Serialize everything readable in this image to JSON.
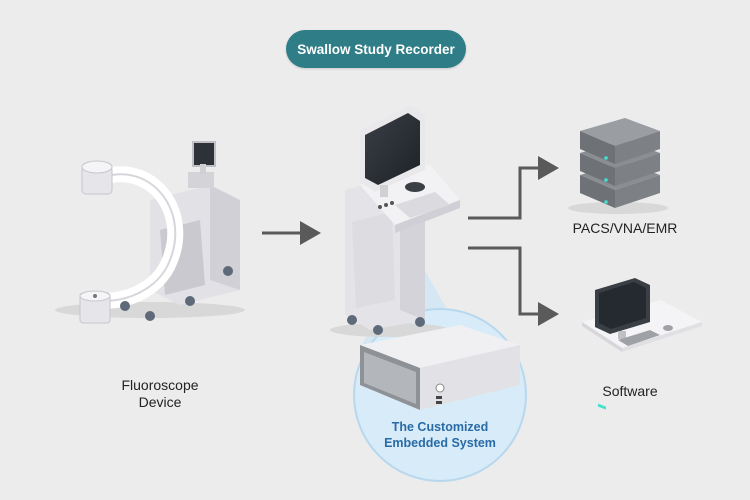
{
  "title": "Swallow Study Recorder",
  "nodes": {
    "fluoroscope": {
      "line1": "Fluoroscope",
      "line2": "Device"
    },
    "recorder_cart": {
      "icon": "recorder-cart-icon"
    },
    "embedded": {
      "line1": "The Customized",
      "line2": "Embedded System"
    },
    "pacs": {
      "label": "PACS/VNA/EMR"
    },
    "software": {
      "label": "Software"
    }
  },
  "colors": {
    "background": "#ececec",
    "title_pill": "#2f7d86",
    "arrow": "#5a5a5a",
    "highlight_circle": "#cfe6f5",
    "embedded_label": "#2a6ba6"
  }
}
